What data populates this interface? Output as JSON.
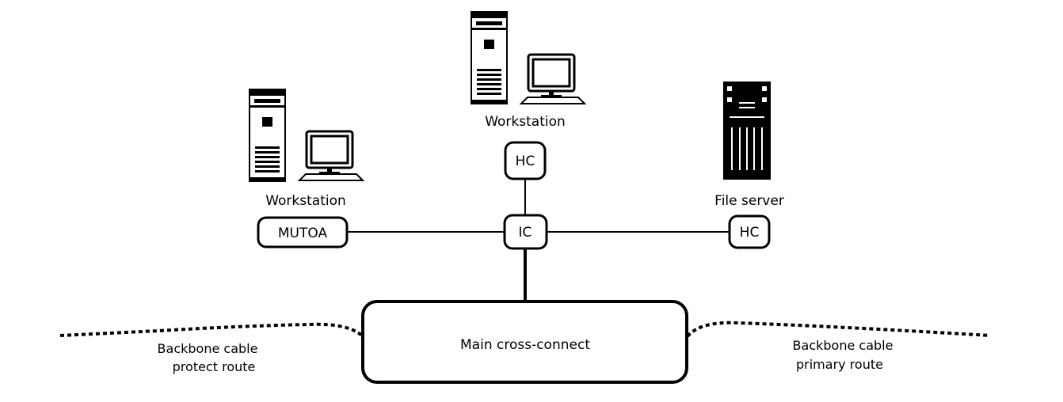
{
  "nodes": {
    "workstation_left": "Workstation",
    "workstation_top": "Workstation",
    "file_server": "File server",
    "mutoa": "MUTOA",
    "hc_top": "HC",
    "hc_right": "HC",
    "ic": "IC",
    "main_cross_connect": "Main cross-connect"
  },
  "backbone": {
    "left_line1": "Backbone cable",
    "left_line2": "protect route",
    "right_line1": "Backbone cable",
    "right_line2": "primary route"
  },
  "icons": [
    "tower-pc-icon",
    "monitor-icon",
    "keyboard-icon",
    "server-icon"
  ]
}
